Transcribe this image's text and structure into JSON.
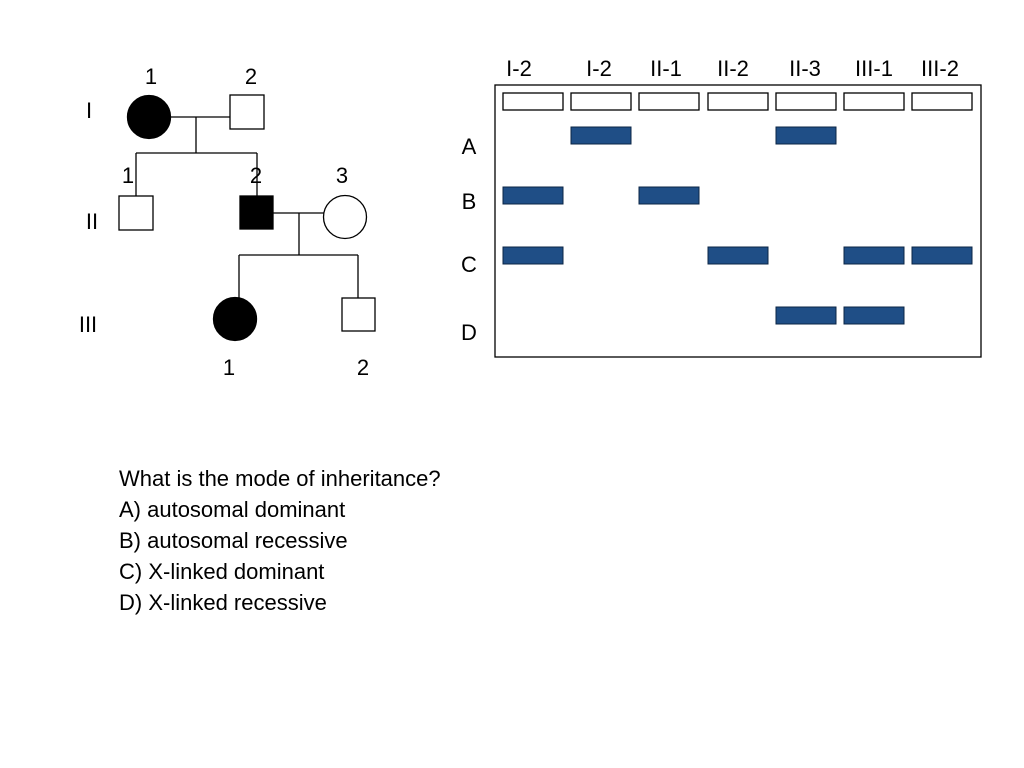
{
  "pedigree": {
    "generations": [
      "I",
      "II",
      "III"
    ],
    "individuals": [
      {
        "id": "I-1",
        "label": "1",
        "sex": "female",
        "affected": true
      },
      {
        "id": "I-2",
        "label": "2",
        "sex": "male",
        "affected": false
      },
      {
        "id": "II-1",
        "label": "1",
        "sex": "male",
        "affected": false
      },
      {
        "id": "II-2",
        "label": "2",
        "sex": "male",
        "affected": true
      },
      {
        "id": "II-3",
        "label": "3",
        "sex": "female",
        "affected": false
      },
      {
        "id": "III-1",
        "label": "1",
        "sex": "female",
        "affected": true
      },
      {
        "id": "III-2",
        "label": "2",
        "sex": "male",
        "affected": false
      }
    ]
  },
  "gel": {
    "lanes": [
      "I-2",
      "I-2",
      "II-1",
      "II-2",
      "II-3",
      "III-1",
      "III-2"
    ],
    "rows": [
      "A",
      "B",
      "C",
      "D"
    ],
    "bands": {
      "A": [
        false,
        true,
        false,
        false,
        true,
        false,
        false
      ],
      "B": [
        true,
        false,
        true,
        false,
        false,
        false,
        false
      ],
      "C": [
        true,
        false,
        false,
        true,
        false,
        true,
        true
      ],
      "D": [
        false,
        false,
        false,
        false,
        true,
        true,
        false
      ]
    },
    "band_color": "#1f4e86"
  },
  "question": {
    "prompt": "What is the mode of inheritance?",
    "options": [
      "A) autosomal dominant",
      "B) autosomal recessive",
      "C) X-linked dominant",
      "D) X-linked recessive"
    ]
  }
}
